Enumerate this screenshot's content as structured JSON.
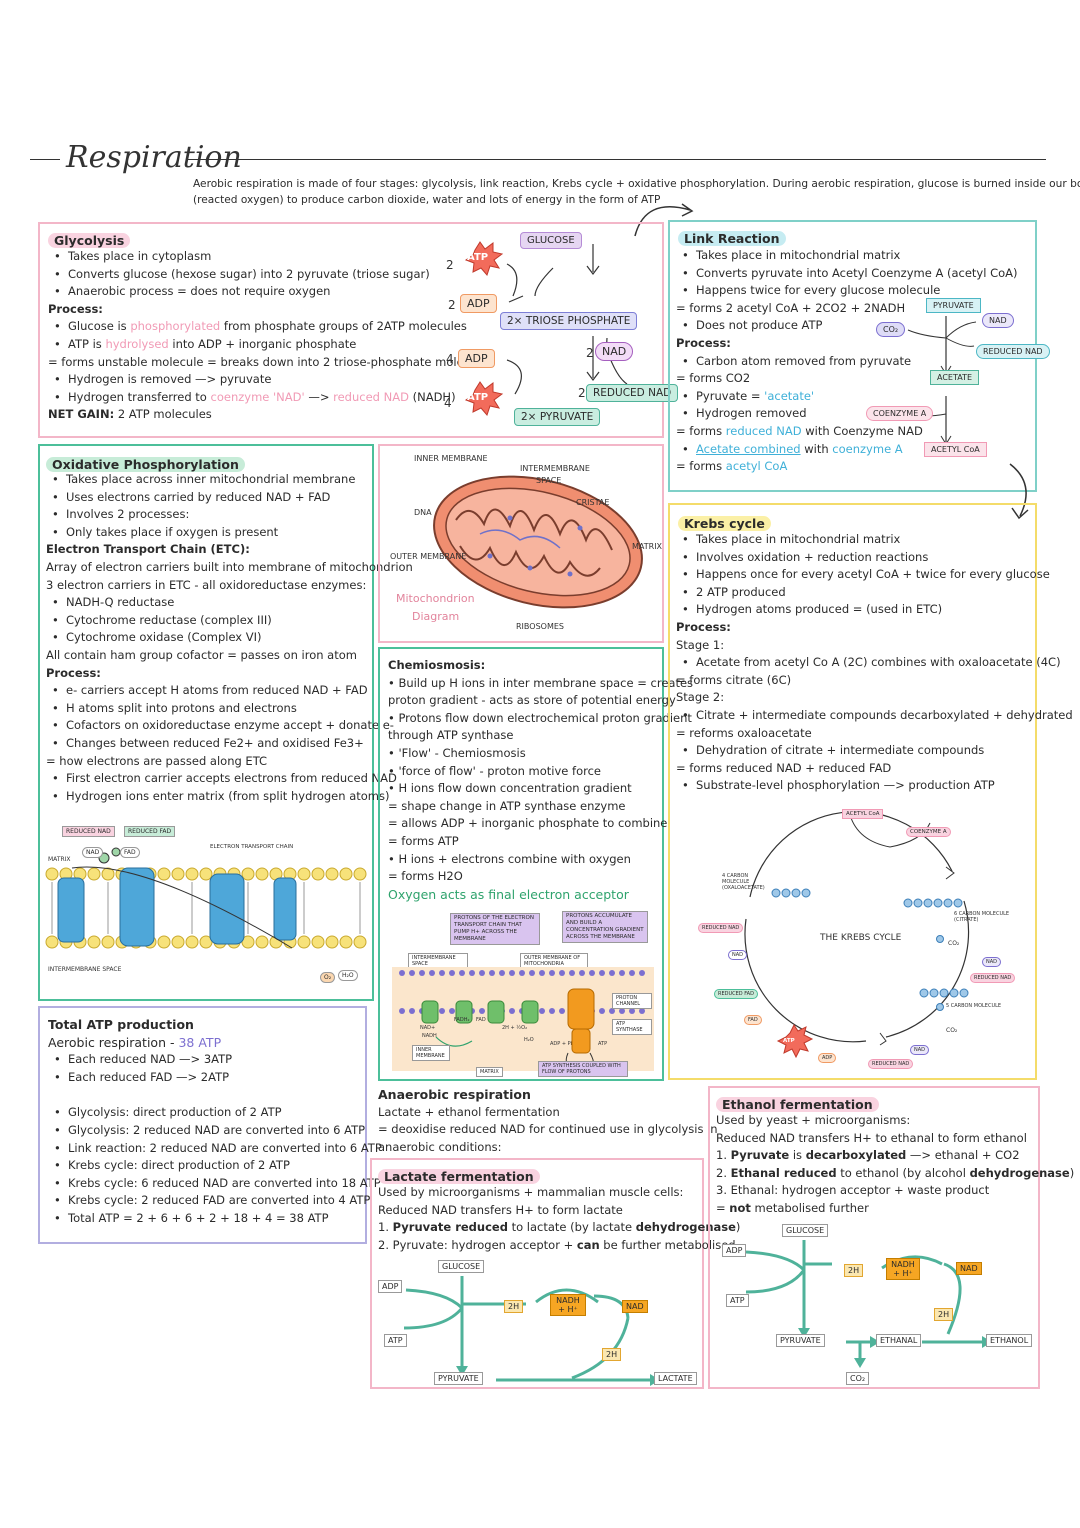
{
  "title": "Respiration",
  "intro": [
    "Aerobic respiration is made of four stages: glycolysis, link reaction, Krebs cycle + oxidative phosphorylation. During aerobic respiration, glucose is burned inside our bodies",
    "(reacted oxygen) to produce carbon dioxide, water and lots of energy in the form of ATP"
  ],
  "glycolysis": {
    "heading": "Glycolysis",
    "b1": "Takes place in cytoplasm",
    "b2": "Converts glucose (hexose sugar) into 2 pyruvate (triose sugar)",
    "b3": "Anaerobic process = does not require oxygen",
    "process": "Process:",
    "p1a": "Glucose is ",
    "p1b": "phosphorylated",
    "p1c": " from phosphate groups of 2ATP molecules",
    "p2a": "ATP is ",
    "p2b": "hydrolysed",
    "p2c": " into ADP + inorganic phosphate",
    "p3": "= forms unstable molecule = breaks down into 2 triose-phosphate molecules",
    "p4": "Hydrogen is removed —> pyruvate",
    "p5a": "Hydrogen transferred to ",
    "p5b": "coenzyme 'NAD'",
    "p5c": " —> ",
    "p5d": "reduced NAD",
    "p5e": " (NADH)",
    "net_a": "NET GAIN:",
    "net_b": " 2 ATP molecules",
    "diagram": {
      "glucose": "GLUCOSE",
      "two1": "2",
      "atp1": "ATP",
      "two2": "2",
      "adp1": "ADP",
      "triose": "2× TRIOSE PHOSPHATE",
      "four1": "4",
      "adp2": "ADP",
      "four2": "4",
      "atp2": "ATP",
      "two3": "2",
      "nad": "NAD",
      "two4": "2",
      "rnad": "REDUCED NAD",
      "pyruvate": "2× PYRUVATE"
    }
  },
  "link": {
    "heading": "Link Reaction",
    "b1": "Takes place in mitochondrial matrix",
    "b2": "Converts pyruvate into Acetyl Coenzyme A (acetyl CoA)",
    "b3": "Happens twice for every glucose molecule",
    "e1": "= forms 2 acetyl CoA + 2CO2 + 2NADH",
    "b4": "Does not produce ATP",
    "process": "Process:",
    "b5": "Carbon atom removed from pyruvate",
    "e2": "= forms CO2",
    "b6a": "Pyruvate = ",
    "b6b": "'acetate'",
    "b7": "Hydrogen removed",
    "e3a": "= forms ",
    "e3b": "reduced NAD",
    "e3c": " with Coenzyme NAD",
    "b8a": "Acetate combined",
    "b8b": " with ",
    "b8c": "coenzyme A",
    "e4a": "= forms ",
    "e4b": "acetyl CoA",
    "diagram": {
      "pyruvate": "PYRUVATE",
      "nad": "NAD",
      "co2": "CO₂",
      "rnad": "REDUCED NAD",
      "acetate": "ACETATE",
      "coa": "COENZYME A",
      "acoa": "ACETYL CoA"
    }
  },
  "oxphos": {
    "heading": "Oxidative Phosphorylation",
    "b1": "Takes place across inner mitochondrial membrane",
    "b2": "Uses electrons carried by reduced NAD + FAD",
    "b3": "Involves 2 processes:",
    "b4": "Only takes place if oxygen is present",
    "etc": "Electron Transport Chain (ETC):",
    "t1": "Array of electron carriers built into membrane of mitochondrion",
    "t2": "3 electron carriers in ETC - all oxidoreductase enzymes:",
    "c1": "NADH-Q reductase",
    "c2": "Cytochrome reductase (complex III)",
    "c3": "Cytochrome oxidase (Complex VI)",
    "t3": "All contain ham group cofactor = passes on iron atom",
    "process": "Process:",
    "p1": "e- carriers accept H atoms from reduced NAD + FAD",
    "p2": "H atoms split into protons and electrons",
    "p3": "Cofactors on oxidoreductase enzyme accept + donate e-",
    "p4": "Changes between reduced Fe2+ and oxidised Fe3+",
    "p5": "= how electrons are passed along ETC",
    "p6": "First electron carrier accepts electrons from reduced NAD",
    "p7": "Hydrogen ions enter matrix (from split hydrogen atoms)",
    "diagram": {
      "rnad": "REDUCED NAD",
      "rfad": "REDUCED FAD",
      "nad": "NAD",
      "fad": "FAD",
      "matrix": "MATRIX",
      "etc": "ELECTRON TRANSPORT CHAIN",
      "ims": "INTERMEMBRANE SPACE",
      "o2": "O₂",
      "h2o": "H₂O"
    }
  },
  "mito": {
    "inner": "INNER MEMBRANE",
    "ims": "INTERMEMBRANE",
    "ims2": "SPACE",
    "dna": "DNA",
    "cristae": "CRISTAE",
    "outer": "OUTER MEMBRANE",
    "matrix": "MATRIX",
    "ribo": "RIBOSOMES",
    "cap1": "Mitochondrion",
    "cap2": "Diagram"
  },
  "chemi": {
    "heading": "Chemiosmosis:",
    "l1": "• Build up H ions in inter membrane space = creates",
    "l2": "proton gradient - acts as store of potential energy",
    "l3": "• Protons flow down electrochemical proton gradient",
    "l4": "through ATP synthase",
    "l5": "• 'Flow' - Chemiosmosis",
    "l6": "• 'force of flow' - proton motive force",
    "l7": "• H ions flow down concentration gradient",
    "l8": "= shape change in ATP synthase enzyme",
    "l9": "= allows ADP + inorganic phosphate to combine",
    "l10": "= forms ATP",
    "l11": "• H ions + electrons combine with oxygen",
    "l12": "= forms H2O",
    "l13": "Oxygen acts as final electron acceptor",
    "d": {
      "t1": "PROTONS OF THE ELECTRON TRANSPORT CHAIN THAT PUMP H+ ACROSS THE MEMBRANE",
      "t2": "PROTONS ACCUMULATE AND BUILD A CONCENTRATION GRADIENT ACROSS THE MEMBRANE",
      "ims": "INTERMEMBRANE SPACE",
      "outer": "OUTER MEMBRANE OF MITOCHONDRIA",
      "channel": "PROTON CHANNEL",
      "synthase": "ATP SYNTHASE",
      "inner": "INNER MEMBRANE",
      "matrix": "MATRIX",
      "coupled": "ATP SYNTHESIS COUPLED WITH FLOW OF PROTONS",
      "nad": "NAD+",
      "fadh": "FADH₂",
      "fad": "FAD",
      "nadh": "NADH",
      "o2": "2H + ½O₂",
      "h2o": "H₂O",
      "adp": "ADP + Pi",
      "atp": "ATP"
    }
  },
  "krebs": {
    "heading": "Krebs cycle",
    "b1": "Takes place in mitochondrial matrix",
    "b2": "Involves oxidation + reduction reactions",
    "b3": "Happens once for every acetyl CoA + twice for every glucose",
    "b4": "2 ATP produced",
    "b5": "Hydrogen atoms produced = (used in ETC)",
    "process": "Process:",
    "s1": "Stage 1:",
    "s1b": "Acetate from acetyl Co A (2C) combines with oxaloacetate (4C)",
    "s1e": "= forms citrate (6C)",
    "s2": "Stage 2:",
    "s2b": "Citrate + intermediate compounds decarboxylated + dehydrated",
    "s2e": "= reforms oxaloacetate",
    "s2c": "Dehydration of citrate + intermediate compounds",
    "s2f": "= forms reduced NAD + reduced FAD",
    "s2d": "Substrate-level phosphorylation —> production ATP",
    "d": {
      "acoa": "ACETYL CoA",
      "coa": "COENZYME A",
      "four": "4 CARBON MOLECULE (OXALOACETATE)",
      "six": "6 CARBON MOLECULE (CITRATE)",
      "five": "5 CARBON MOLECULE",
      "cycle": "THE KREBS CYCLE",
      "rnad": "REDUCED NAD",
      "nad": "NAD",
      "rfad": "REDUCED FAD",
      "fad": "FAD",
      "atp": "ATP",
      "adp": "ADP",
      "co2": "CO₂",
      "co2b": "CO₂",
      "nad2": "NAD",
      "rnad2": "REDUCED NAD",
      "nad3": "NAD",
      "rnad3": "REDUCED NAD"
    }
  },
  "total": {
    "heading": "Total ATP production",
    "sub_a": "Aerobic respiration - ",
    "sub_b": "38 ATP",
    "a1": "Each reduced NAD —> 3ATP",
    "a2": "Each reduced FAD —> 2ATP",
    "c1": "Glycolysis: direct production of 2 ATP",
    "c2": "Glycolysis: 2 reduced NAD are converted into 6 ATP",
    "c3": "Link reaction: 2 reduced NAD are converted into 6 ATP",
    "c4": "Krebs cycle: direct production of 2 ATP",
    "c5": "Krebs cycle: 6 reduced NAD are converted into 18 ATP",
    "c6": "Krebs cycle: 2 reduced FAD are converted into 4 ATP",
    "c7": "Total ATP = 2 + 6 + 6 + 2 + 18 + 4 = 38 ATP"
  },
  "anaerobic": {
    "heading": "Anaerobic respiration",
    "l1": "Lactate + ethanol fermentation",
    "l2": "= deoxidise reduced NAD for continued use in glycolysis in",
    "l3": "anaerobic conditions:"
  },
  "lactate": {
    "heading": "Lactate fermentation",
    "l1": "Used by microorganisms + mammalian muscle cells:",
    "l2": "Reduced NAD transfers H+ to form lactate",
    "n1": "1.",
    "l3a": "Pyruvate reduced",
    "l3b": " to lactate (by lactate ",
    "l3c": "dehydrogenase",
    "l3d": ")",
    "n2": "2.",
    "l4a": "Pyruvate: hydrogen acceptor + ",
    "l4b": "can",
    "l4c": " be further metabolised",
    "d": {
      "glucose": "GLUCOSE",
      "adp": "ADP",
      "atp": "ATP",
      "h1": "2H",
      "nadh": "NADH + H⁺",
      "nad": "NAD",
      "h2": "2H",
      "pyruvate": "PYRUVATE",
      "lactate": "LACTATE"
    }
  },
  "ethanol": {
    "heading": "Ethanol fermentation",
    "l1": "Used by yeast + microorganisms:",
    "l2": "Reduced NAD transfers H+ to ethanal to form ethanol",
    "n1": "1.",
    "l3a": "Pyruvate",
    "l3b": " is ",
    "l3c": "decarboxylated",
    "l3d": " —> ethanal + CO2",
    "n2": "2.",
    "l4a": "Ethanal reduced",
    "l4b": " to ethanol (by alcohol ",
    "l4c": "dehydrogenase",
    "l4d": ")",
    "n3": "3.",
    "l5": "Ethanal: hydrogen acceptor + waste product",
    "l6a": "= ",
    "l6b": "not",
    "l6c": " metabolised further",
    "d": {
      "glucose": "GLUCOSE",
      "adp": "ADP",
      "atp": "ATP",
      "h1": "2H",
      "nadh": "NADH + H⁺",
      "nad": "NAD",
      "h2": "2H",
      "pyruvate": "PYRUVATE",
      "ethanal": "ETHANAL",
      "ethanol": "ETHANOL",
      "co2": "CO₂"
    }
  }
}
